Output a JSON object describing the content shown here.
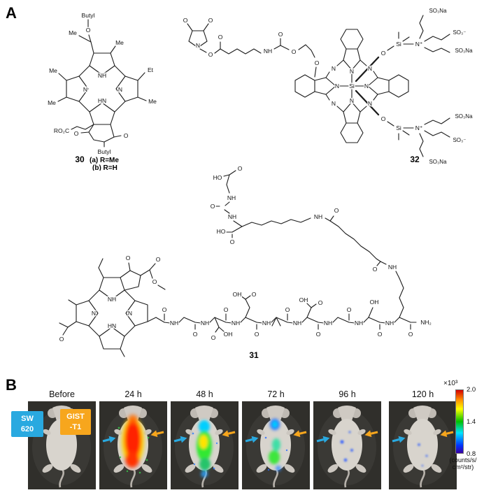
{
  "figure": {
    "panelA": {
      "label": "A",
      "compound30": {
        "number": "30",
        "variant_a": "(a) R=Me",
        "variant_b": "(b) R=H",
        "labels": {
          "butyl": "Butyl",
          "o": "O",
          "me": "Me",
          "et": "Et",
          "nh": "NH",
          "n": "N",
          "hn": "HN",
          "ro2c": "RO₂C"
        }
      },
      "compound31": {
        "number": "31",
        "labels": {
          "o": "O",
          "ho": "HO",
          "oh": "OH",
          "nh": "NH",
          "hn": "HN",
          "n": "N",
          "nh2": "NH₂"
        }
      },
      "compound32": {
        "number": "32",
        "labels": {
          "si": "Si",
          "n": "N",
          "nplus": "N⁺",
          "o": "O",
          "nh": "NH",
          "so3na": "SO₃Na",
          "so3minus": "SO₃⁻"
        }
      }
    },
    "panelB": {
      "label": "B",
      "timepoints": [
        "Before",
        "24 h",
        "48 h",
        "72 h",
        "96 h",
        "120 h"
      ],
      "tumors": [
        {
          "name": "SW 620",
          "line1": "SW",
          "line2": "620",
          "color": "#29a9e0"
        },
        {
          "name": "GIST-T1",
          "line1": "GIST",
          "line2": "-T1",
          "color": "#f7a61d"
        }
      ],
      "colorbar": {
        "exponent": "×10³",
        "tick_top": "2.0",
        "tick_mid": "1.4",
        "tick_bottom": "0.8",
        "units_line1": "(counts/s/",
        "units_line2": "cm²/str)",
        "gradient_top_to_bottom": [
          "#d40000",
          "#ff8c00",
          "#ffff00",
          "#00c000",
          "#00e5ff",
          "#0033ff",
          "#3a00a0"
        ]
      }
    }
  }
}
